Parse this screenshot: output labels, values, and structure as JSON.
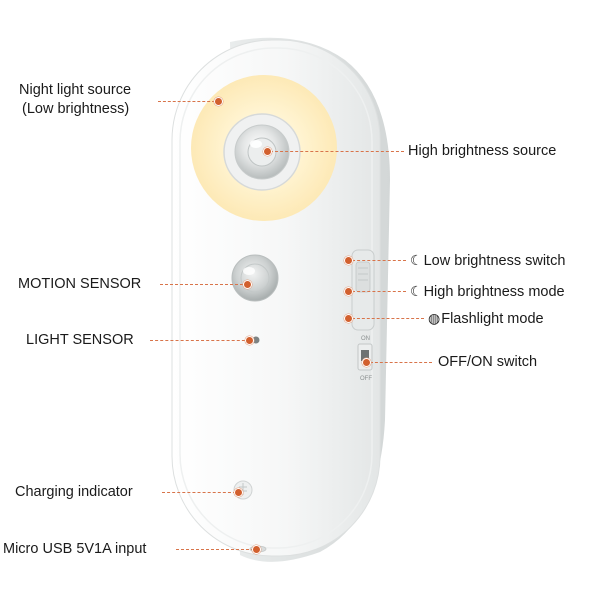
{
  "device": {
    "colors": {
      "body": "#f4f5f5",
      "edge": "#d9dcdc",
      "glow": "#fff2c9",
      "accent": "#d2602e"
    },
    "switch_on_label": "ON",
    "switch_off_label": "OFF"
  },
  "callouts": {
    "night_light": {
      "line1": "Night light source",
      "line2": "(Low brightness)"
    },
    "motion_sensor": "MOTION SENSOR",
    "light_sensor": "LIGHT SENSOR",
    "charging_indicator": "Charging indicator",
    "usb_input": "Micro USB 5V1A input",
    "high_brightness_source": "High brightness source",
    "low_brightness_switch": {
      "icon": "crescent-outline-icon",
      "text": "Low brightness switch"
    },
    "high_brightness_mode": {
      "icon": "crescent-filled-icon",
      "text": "High brightness mode"
    },
    "flashlight_mode": {
      "icon": "flashlight-icon",
      "text": "Flashlight mode"
    },
    "off_on_switch": "OFF/ON switch"
  }
}
